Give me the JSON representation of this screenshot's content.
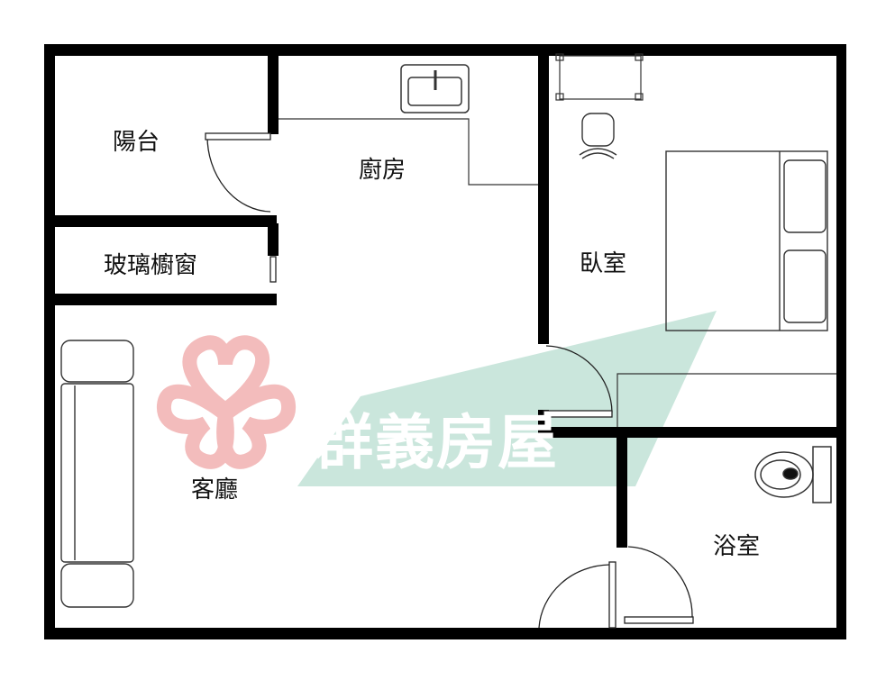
{
  "floorplan": {
    "rooms": {
      "balcony": "陽台",
      "glass_window": "玻璃櫥窗",
      "kitchen": "廚房",
      "bedroom": "臥室",
      "living_room": "客廳",
      "bathroom": "浴室"
    },
    "watermark": {
      "text": "群義房屋",
      "logo_color": "#f2b5b5",
      "band_color": "#9fd1bf"
    },
    "colors": {
      "wall": "#000000",
      "fixture_line": "#333333"
    }
  }
}
